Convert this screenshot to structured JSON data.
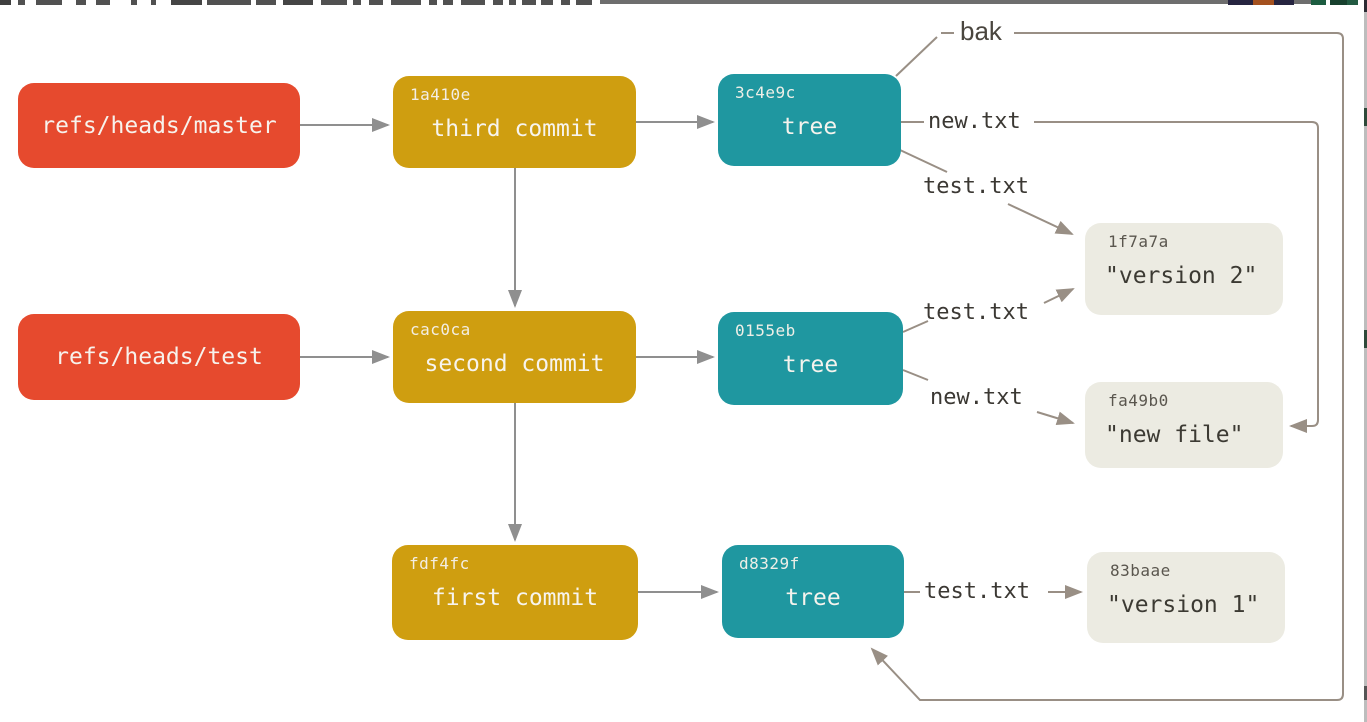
{
  "diagram": {
    "title_hint": "git-objects-reference-diagram",
    "refs": [
      {
        "name": "refs/heads/master"
      },
      {
        "name": "refs/heads/test"
      }
    ],
    "commits": [
      {
        "hash": "1a410e",
        "label": "third commit"
      },
      {
        "hash": "cac0ca",
        "label": "second commit"
      },
      {
        "hash": "fdf4fc",
        "label": "first commit"
      }
    ],
    "trees": [
      {
        "hash": "3c4e9c",
        "label": "tree"
      },
      {
        "hash": "0155eb",
        "label": "tree"
      },
      {
        "hash": "d8329f",
        "label": "tree"
      }
    ],
    "blobs": [
      {
        "hash": "1f7a7a",
        "label": "\"version 2\""
      },
      {
        "hash": "fa49b0",
        "label": "\"new file\""
      },
      {
        "hash": "83baae",
        "label": "\"version 1\""
      }
    ],
    "edge_labels": {
      "bak": "bak",
      "tree1_new": "new.txt",
      "tree1_test": "test.txt",
      "tree2_test": "test.txt",
      "tree2_new": "new.txt",
      "tree3_test": "test.txt"
    },
    "colors": {
      "ref_fill": "#E64A2E",
      "commit_fill": "#CF9E10",
      "tree_fill": "#1F97A0",
      "blob_fill": "#ECEBE2",
      "arrow_gray": "#8F8F8F",
      "file_line_gray": "#998F85",
      "label_text": "#3B3833"
    }
  }
}
